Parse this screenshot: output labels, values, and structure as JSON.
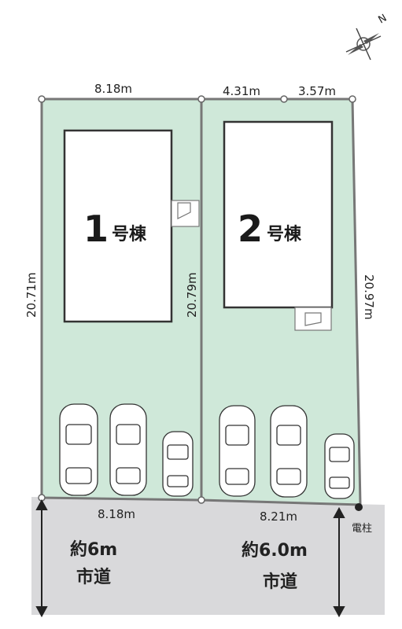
{
  "compass": {
    "north_label": "N",
    "icon": "compass-rose-icon"
  },
  "lots": [
    {
      "number": "1",
      "suffix": "号棟",
      "top_width": "8.18m",
      "bottom_width": "8.18m",
      "left_depth": "20.71m",
      "right_depth": "20.79m"
    },
    {
      "number": "2",
      "suffix": "号棟",
      "top_segments": [
        "4.31m",
        "3.57m"
      ],
      "bottom_width": "8.21m",
      "right_depth": "20.97m"
    }
  ],
  "road": {
    "left_label_line1": "約6m",
    "left_label_line2": "市道",
    "right_label_line1": "約6.0m",
    "right_label_line2": "市道"
  },
  "utility_pole": {
    "label": "電柱"
  },
  "colors": {
    "lot_fill": "#cfe8d9",
    "lot_border": "#777777",
    "road_fill": "#d9d9db",
    "building_fill": "#ffffff"
  }
}
